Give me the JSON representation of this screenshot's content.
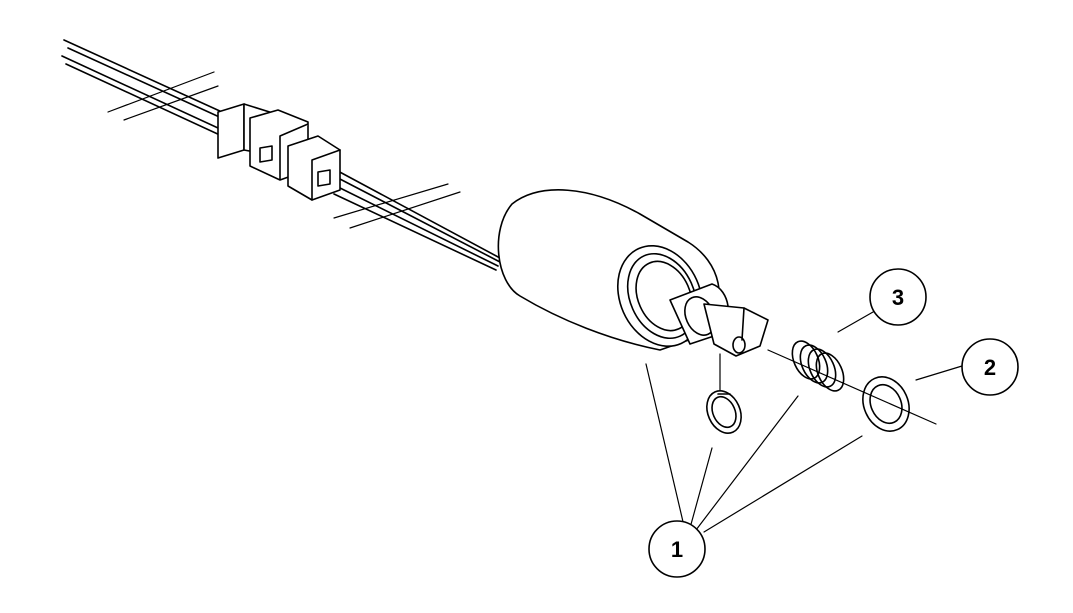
{
  "callouts": [
    {
      "id": "callout-1",
      "label": "1"
    },
    {
      "id": "callout-2",
      "label": "2"
    },
    {
      "id": "callout-3",
      "label": "3"
    }
  ],
  "colors": {
    "ink": "#000000",
    "background": "#ffffff"
  }
}
